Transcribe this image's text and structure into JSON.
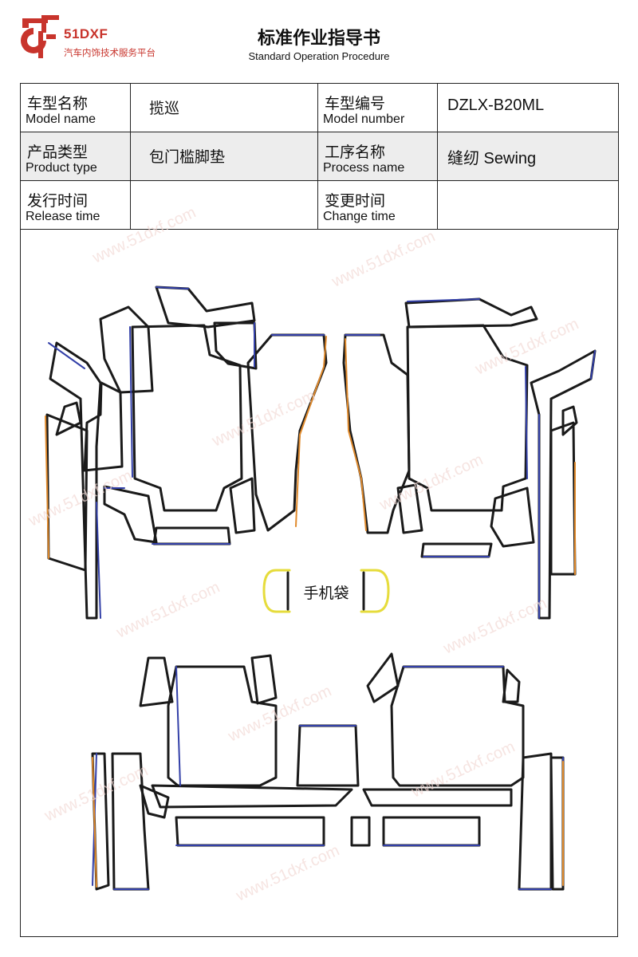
{
  "brand": {
    "name": "51DXF",
    "tagline": "汽车内饰技术服务平台",
    "color": "#c8342c"
  },
  "doc": {
    "title": "标准作业指导书",
    "subtitle": "Standard Operation Procedure"
  },
  "info_table": {
    "model_name_zh": "车型名称",
    "model_name_en": "Model name",
    "model_name_value": "揽巡",
    "model_number_zh": "车型编号",
    "model_number_en": "Model number",
    "model_number_value": "DZLX-B20ML",
    "product_type_zh": "产品类型",
    "product_type_en": "Product type",
    "product_type_value": "包门槛脚垫",
    "process_name_zh": "工序名称",
    "process_name_en": "Process name",
    "process_name_value": "缝纫 Sewing",
    "release_time_zh": "发行时间",
    "release_time_en": "Release time",
    "release_time_value": "",
    "change_time_zh": "变更时间",
    "change_time_en": "Change time",
    "change_time_value": ""
  },
  "diagram": {
    "phone_pocket_label": "手机袋",
    "watermark": "www.51dxf.com",
    "colors": {
      "outline": "#1a1a1a",
      "blue_edge": "#3340a8",
      "orange_edge": "#e08a2c",
      "yellow_edge": "#e6dc3c"
    }
  }
}
